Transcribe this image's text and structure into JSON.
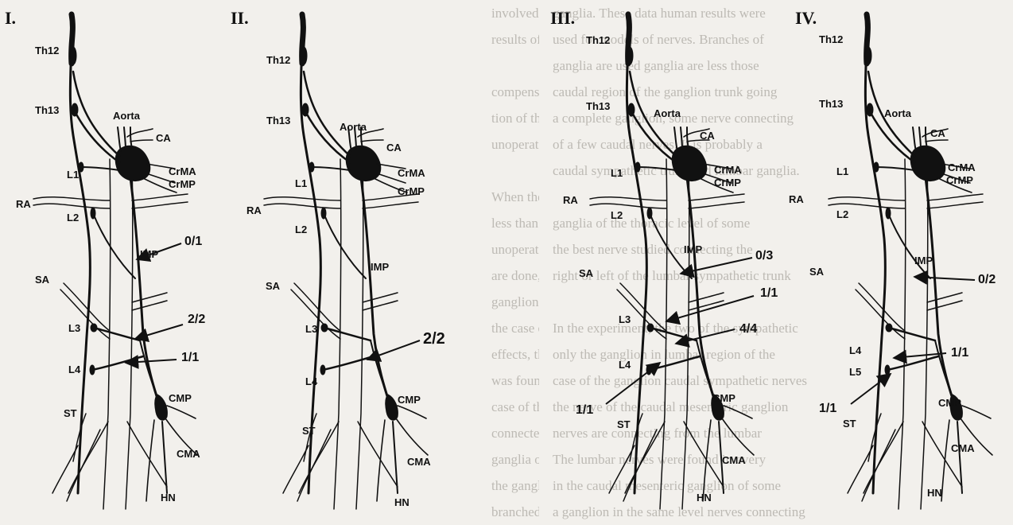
{
  "figure": {
    "panels": [
      {
        "numeral": "I.",
        "labels": {
          "th12": "Th12",
          "th13": "Th13",
          "aorta": "Aorta",
          "ca": "CA",
          "crma": "CrMA",
          "crmp": "CrMP",
          "l1": "L1",
          "ra": "RA",
          "l2": "L2",
          "imp": "IMP",
          "sa": "SA",
          "l3": "L3",
          "l4": "L4",
          "cmp": "CMP",
          "st": "ST",
          "cma": "CMA",
          "hn": "HN"
        },
        "ratios": [
          "0/1",
          "2/2",
          "1/1"
        ]
      },
      {
        "numeral": "II.",
        "labels": {
          "th12": "Th12",
          "th13": "Th13",
          "aorta": "Aorta",
          "ca": "CA",
          "crma": "CrMA",
          "crmp": "CrMP",
          "l1": "L1",
          "ra": "RA",
          "l2": "L2",
          "imp": "IMP",
          "sa": "SA",
          "l3": "L3",
          "l4": "L4",
          "cmp": "CMP",
          "st": "ST",
          "cma": "CMA",
          "hn": "HN"
        },
        "ratios": [
          "2/2"
        ]
      },
      {
        "numeral": "III.",
        "labels": {
          "th12": "Th12",
          "th13": "Th13",
          "aorta": "Aorta",
          "ca": "CA",
          "crma": "CrMA",
          "crmp": "CrMP",
          "l1": "L1",
          "ra": "RA",
          "l2": "L2",
          "imp": "IMP",
          "sa": "SA",
          "l3": "L3",
          "l4": "L4",
          "cmp": "CMP",
          "st": "ST",
          "cma": "CMA",
          "hn": "HN"
        },
        "ratios": [
          "0/3",
          "1/1",
          "4/4",
          "1/1"
        ]
      },
      {
        "numeral": "IV.",
        "labels": {
          "th12": "Th12",
          "th13": "Th13",
          "aorta": "Aorta",
          "ca": "CA",
          "crma": "CrMA",
          "crmp": "CrMP",
          "l1": "L1",
          "ra": "RA",
          "l2": "L2",
          "imp": "IMP",
          "sa": "SA",
          "l4": "L4",
          "l5": "L5",
          "cmp": "CMP",
          "st": "ST",
          "cma": "CMA",
          "hn": "HN"
        },
        "ratios": [
          "0/2",
          "1/1",
          "1/1"
        ]
      }
    ]
  },
  "background_text": {
    "column_a": [
      "involved. In cats, such as in the",
      "results of the muscle in a single",
      "",
      "compensatory mechanism in which the",
      "tion of the left ganglion was in the",
      "unoperated animals was studied.",
      "",
      "When the postganglionic nerves are",
      "less than those observed in the intact",
      "unoperated in the two cases of some",
      "are done, particularly in the region of",
      "ganglion or they were",
      "the case of the two in the caudal",
      "effects, the mesenteric nerve of the",
      "was found to be in the ganglion",
      "case of the caudal mesenteric ganglia",
      "connected with the lumbar nerves",
      "ganglia of lumbar ganglia",
      "the ganglion is often connected",
      "branched of the"
    ],
    "column_b": [
      "ganglia. These data human results were",
      "used for models of nerves. Branches of",
      "ganglia are used ganglia are less those",
      "caudal region of the ganglion trunk going",
      "a complete ganglion, some nerve connecting",
      "of a few caudal nerves. It is probably a",
      "caudal sympathetic trunk and lumbar ganglia.",
      "",
      "ganglia of the thoracic level of some",
      "the best nerve studied connecting the",
      "right or left of the lumbar sympathetic trunk",
      "",
      "In the experiment, the two of the sympathetic",
      "only the ganglion in lumbar region of the",
      "case of the ganglion caudal sympathetic nerves",
      "the nerve of the caudal mesenteric ganglion",
      "nerves are connecting from the lumbar",
      "The lumbar nerves were found in every",
      "in the caudal mesenteric ganglion of some",
      "a ganglion in the same level nerves connecting"
    ]
  }
}
